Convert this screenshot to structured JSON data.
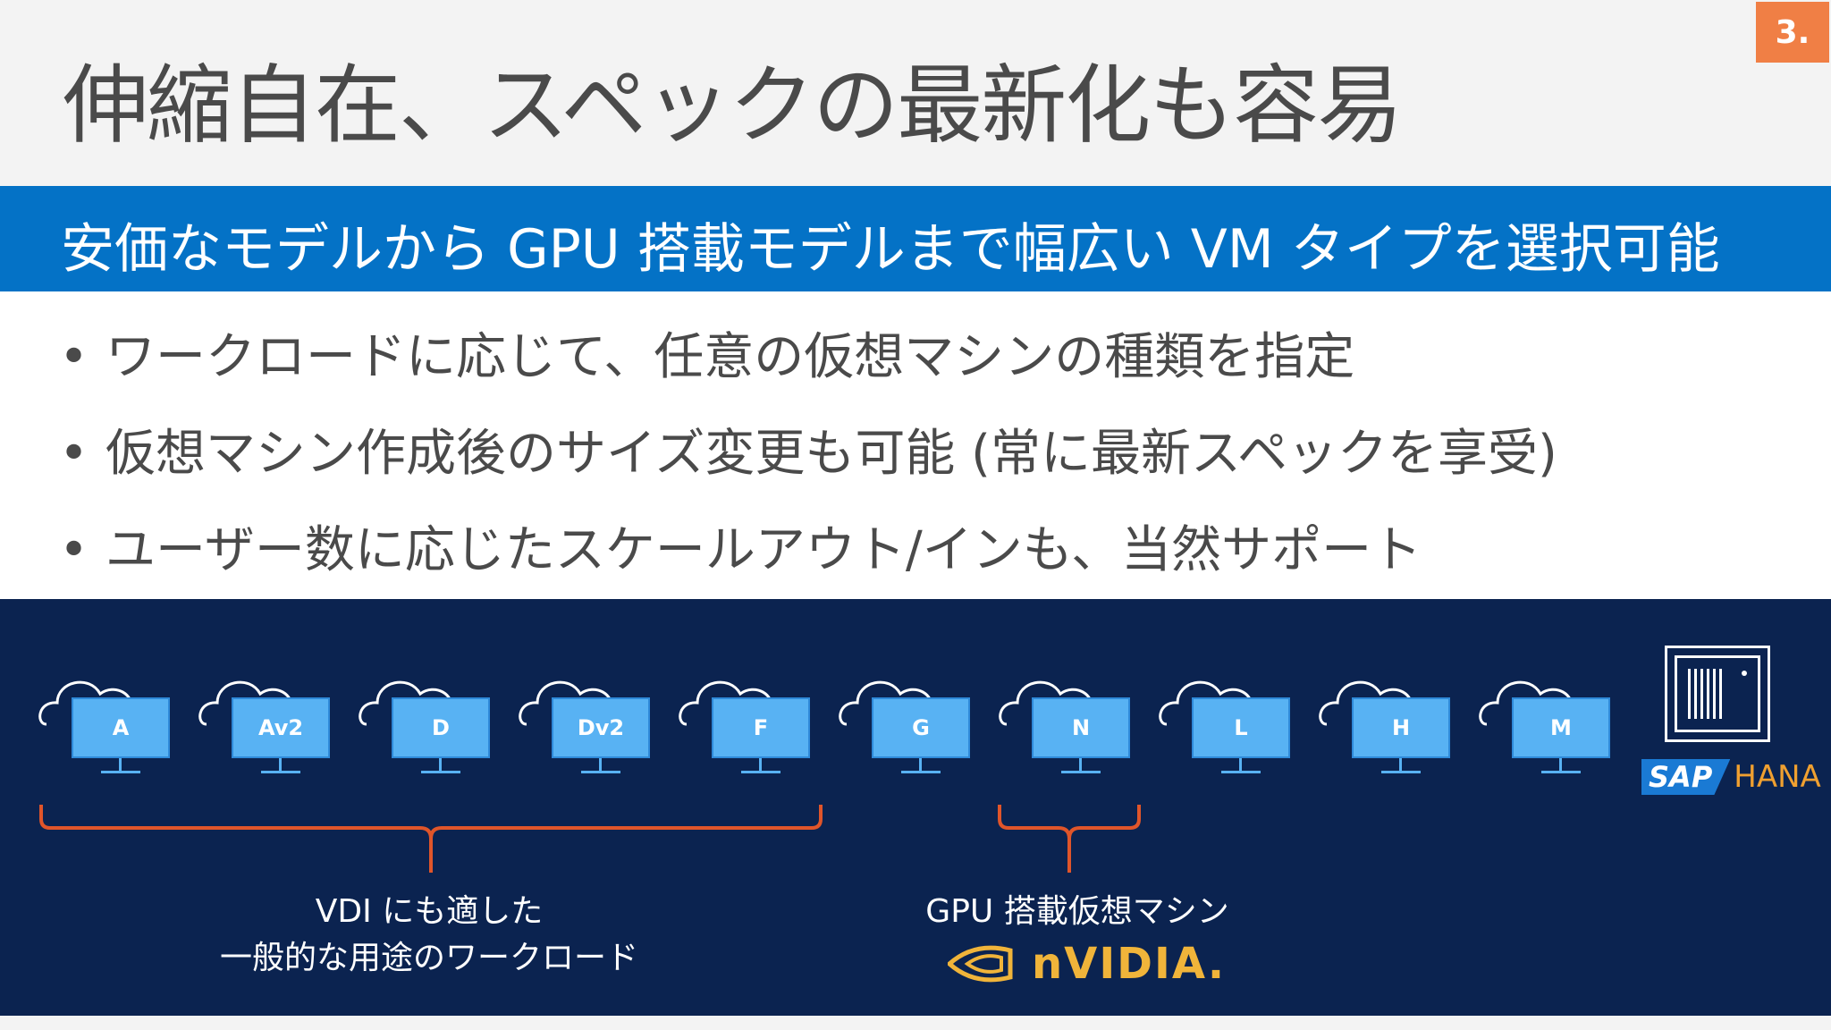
{
  "slide": {
    "title": "伸縮自在、スペックの最新化も容易",
    "page_badge": "3.",
    "banner": "安価なモデルから GPU 搭載モデルまで幅広い VM タイプを選択可能",
    "bullets": [
      "ワークロードに応じて、任意の仮想マシンの種類を指定",
      "仮想マシン作成後のサイズ変更も可能 (常に最新スペックを享受)",
      "ユーザー数に応じたスケールアウト/インも、当然サポート"
    ],
    "bullet_symbol": "•",
    "vm_types": [
      "A",
      "Av2",
      "D",
      "Dv2",
      "F",
      "G",
      "N",
      "L",
      "H",
      "M"
    ],
    "groups": {
      "general_line1": "VDI にも適した",
      "general_line2": "一般的な用途のワークロード",
      "gpu": "GPU 搭載仮想マシン"
    },
    "logos": {
      "sap": "SAP",
      "hana": "HANA",
      "nvidia": "nVIDIA."
    }
  },
  "colors": {
    "banner_blue": "#0472c6",
    "dark_panel": "#0b2350",
    "vm_blue": "#58b2f3",
    "brace_orange": "#e0552a",
    "badge_orange": "#f07f45",
    "nvidia_gold": "#f0b43a"
  }
}
